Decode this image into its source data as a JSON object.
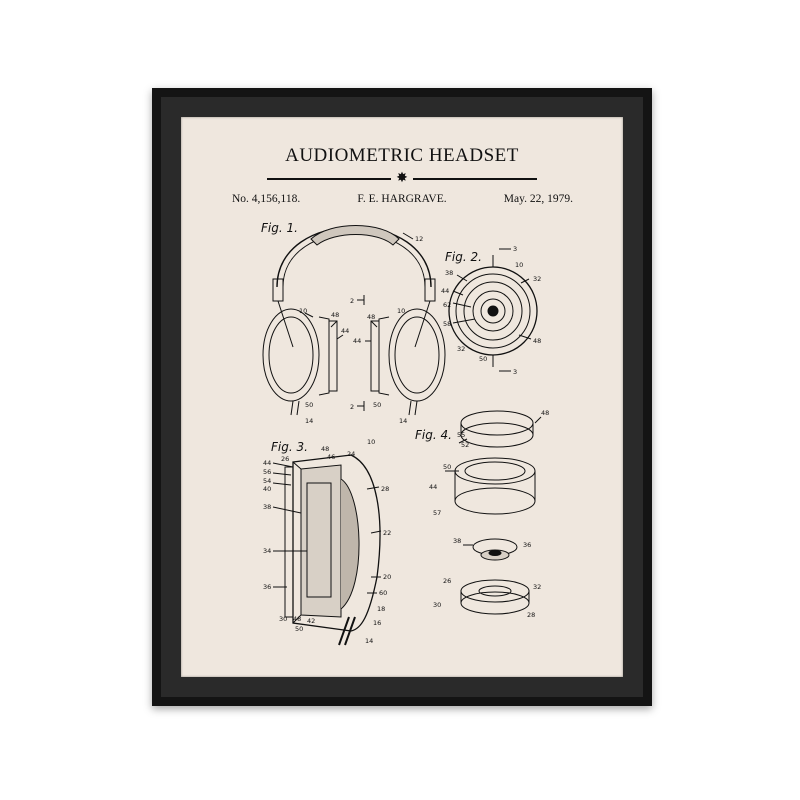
{
  "print": {
    "title": "AUDIOMETRIC HEADSET",
    "patent_number": "No. 4,156,118.",
    "inventor": "F. E. HARGRAVE.",
    "date": "May. 22, 1979.",
    "ornament_icon": "star-ornament-icon",
    "paper_color": "#efe7de",
    "frame_color": "#141414",
    "ink_color": "#111111"
  },
  "figures": {
    "fig1": {
      "label": "Fig. 1.",
      "refs": {
        "r12": "12",
        "r10": "10",
        "r48a": "48",
        "r44a": "44",
        "r48b": "48",
        "r44b": "44",
        "r50a": "50",
        "r14a": "14",
        "r50b": "50",
        "r14b": "14",
        "r10b": "10",
        "s2top": "2",
        "s2bot": "2"
      }
    },
    "fig2": {
      "label": "Fig. 2.",
      "refs": {
        "r10": "10",
        "r38": "38",
        "r32a": "32",
        "r44": "44",
        "r62": "62",
        "r58": "58",
        "r48": "48",
        "r32b": "32",
        "r50": "50",
        "s3top": "3",
        "s3bot": "3"
      }
    },
    "fig3": {
      "label": "Fig. 3.",
      "refs": {
        "r10": "10",
        "r48": "48",
        "r46": "46",
        "r24": "24",
        "r44": "44",
        "r26": "26",
        "r56": "56",
        "r54": "54",
        "r40": "40",
        "r28": "28",
        "r38": "38",
        "r22": "22",
        "r34": "34",
        "r20": "20",
        "r36": "36",
        "r60": "60",
        "r18": "18",
        "r30": "30",
        "r48b": "48",
        "r42": "42",
        "r16": "16",
        "r50": "50",
        "r14": "14"
      }
    },
    "fig4": {
      "label": "Fig. 4.",
      "refs": {
        "r48": "48",
        "r55": "55",
        "r52": "52",
        "r50": "50",
        "r44": "44",
        "r57": "57",
        "r38": "38",
        "r36": "36",
        "r26": "26",
        "r32": "32",
        "r30": "30",
        "r28": "28"
      }
    }
  }
}
